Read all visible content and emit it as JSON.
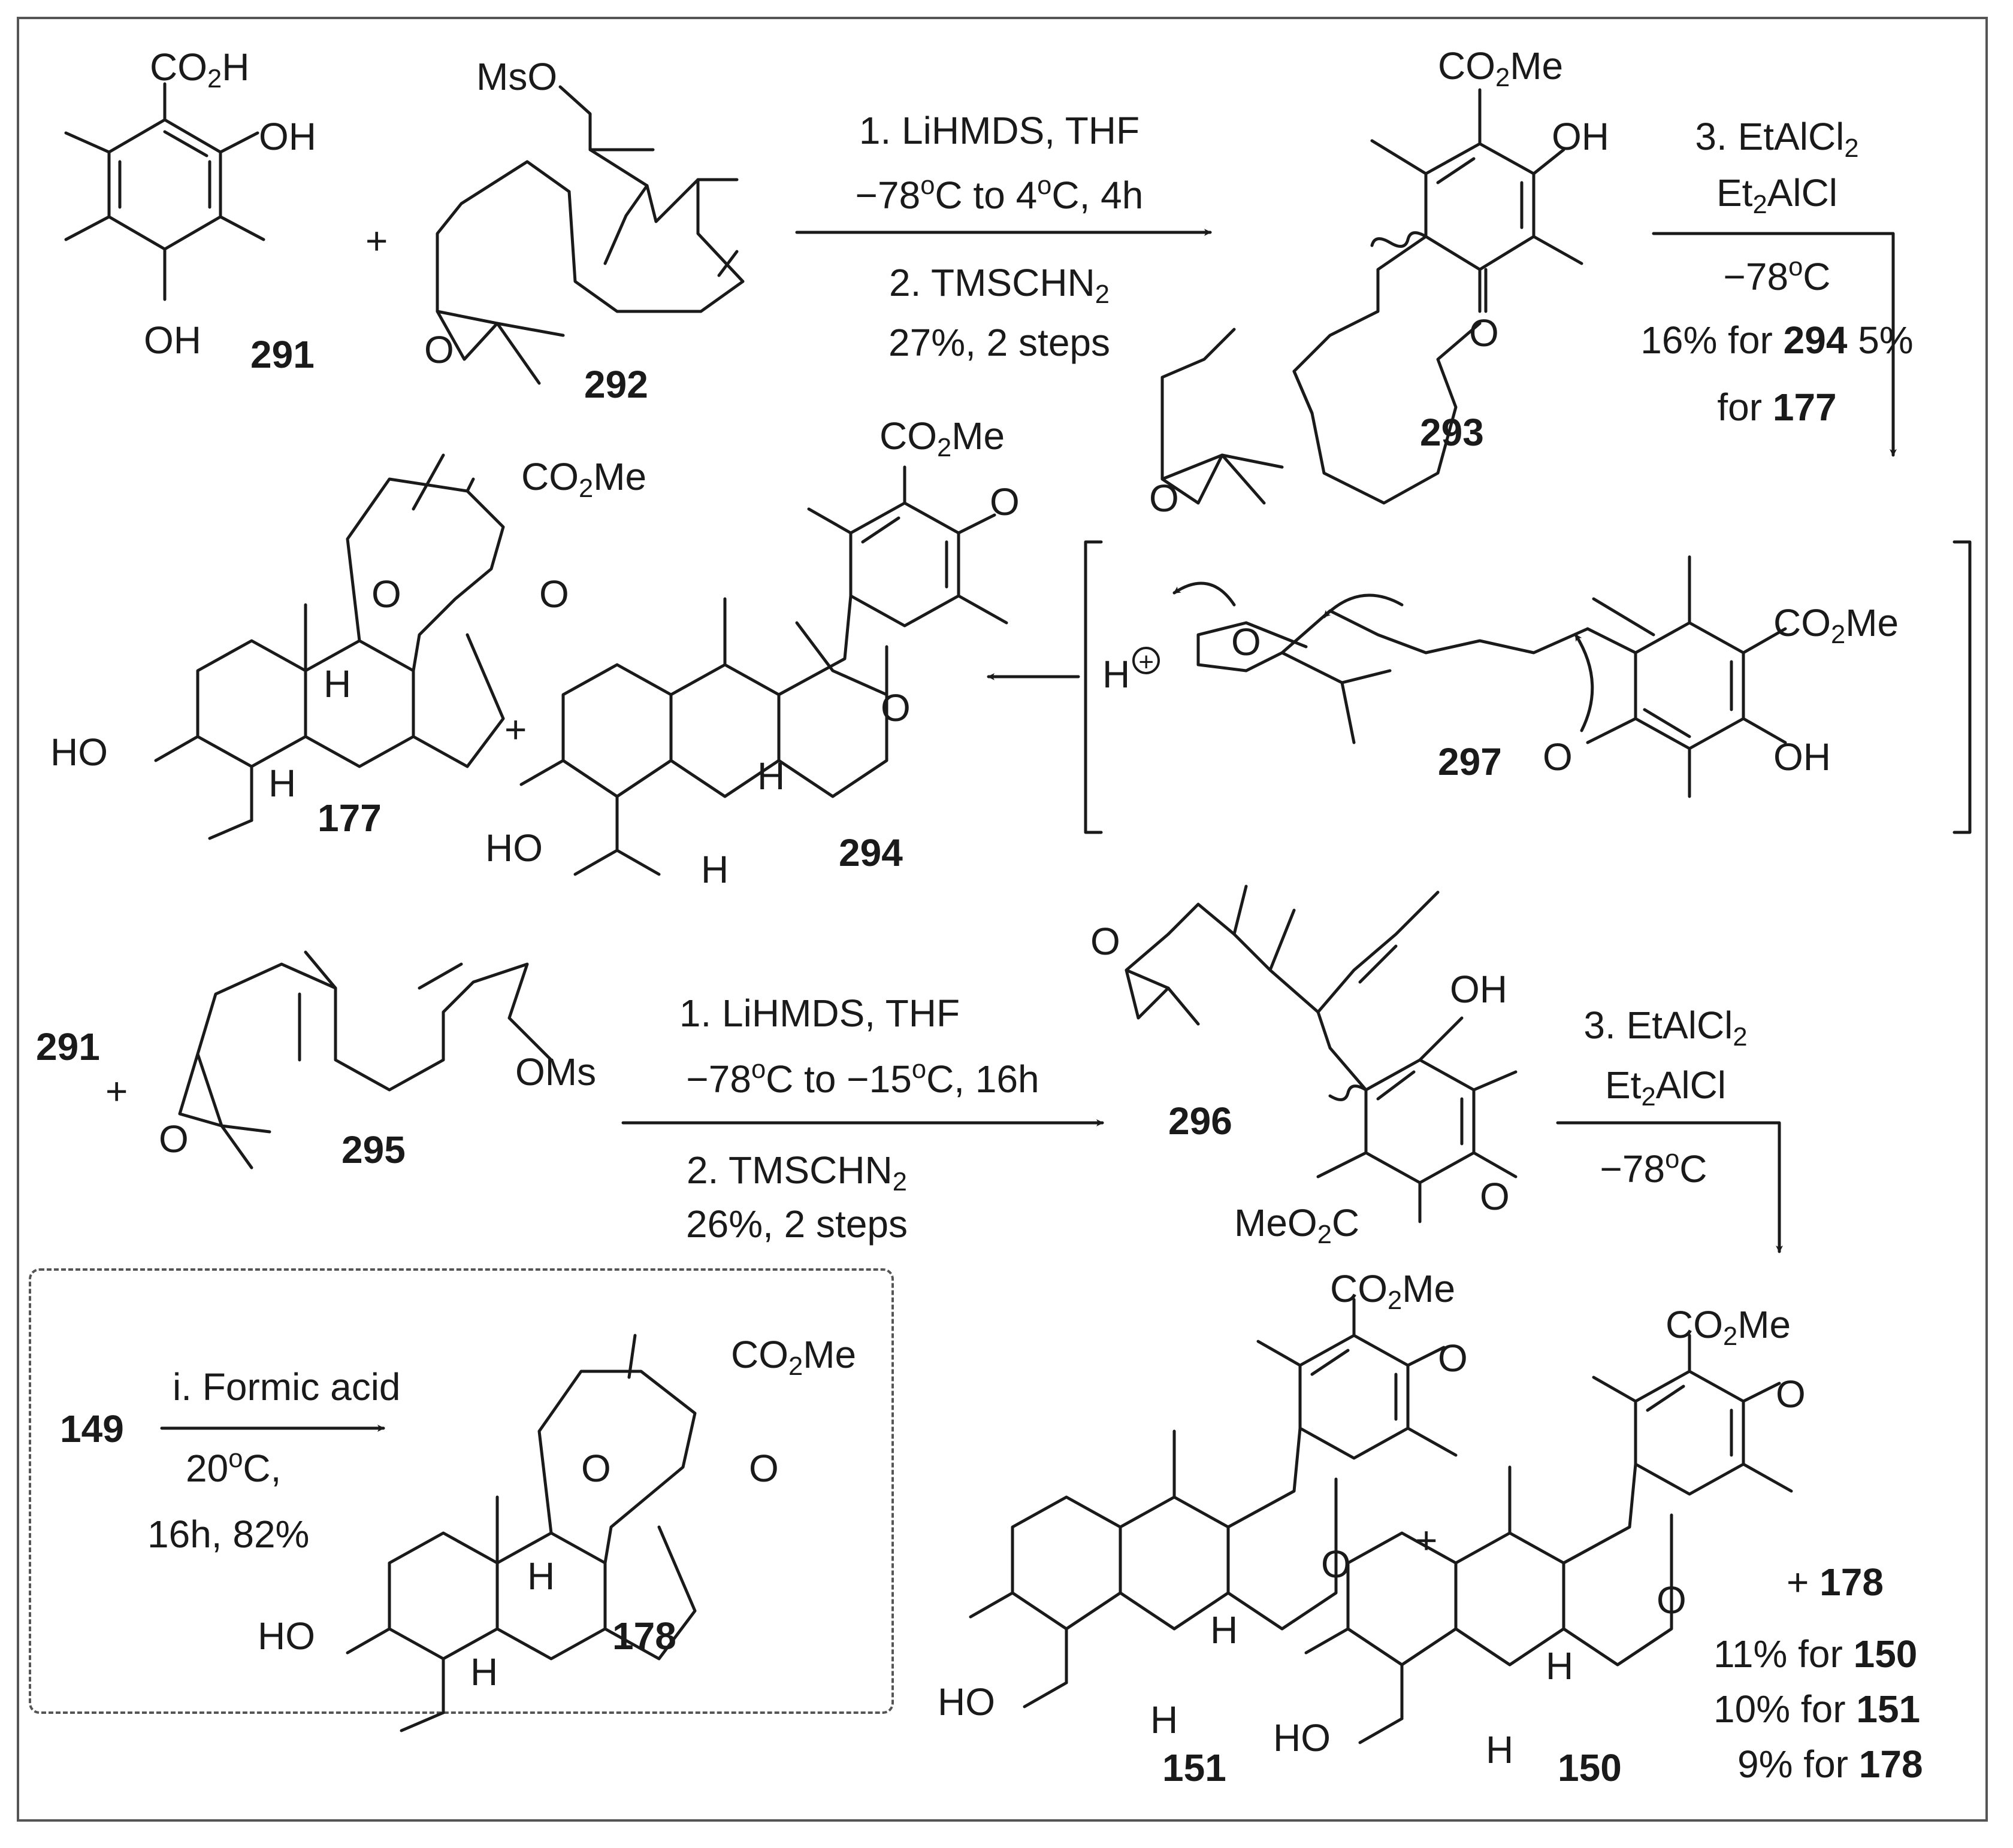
{
  "scheme": {
    "compounds": {
      "c291": "291",
      "c292": "292",
      "c293": "293",
      "c294": "294",
      "c177": "177",
      "c297": "297",
      "c295": "295",
      "c296": "296",
      "c151": "151",
      "c150": "150",
      "c178": "178",
      "c149": "149"
    },
    "groups": {
      "co2h": "CO",
      "co2h_sub": "2",
      "co2h_tail": "H",
      "oh": "OH",
      "ho": "HO",
      "o": "O",
      "h": "H",
      "ms_o": "MsO",
      "o_ms": "OMs",
      "co2me": "CO",
      "co2me_sub": "2",
      "co2me_tail": "Me",
      "meo2c_head": "MeO",
      "meo2c_sub": "2",
      "meo2c_tail": "C"
    },
    "plus": "+",
    "proton": "H",
    "proton_charge": "+",
    "step1": {
      "line1": "1. LiHMDS, THF",
      "line2_a": "−78",
      "line2_sup1": "o",
      "line2_b": "C to 4",
      "line2_sup2": "o",
      "line2_c": "C, 4h",
      "line3_a": "2. TMSCHN",
      "line3_sub": "2",
      "line4": "27%, 2 steps"
    },
    "step3a": {
      "line1_a": "3. EtAlCl",
      "line1_sub": "2",
      "line2_a": "Et",
      "line2_sub": "2",
      "line2_b": "AlCl",
      "line3_a": "−78",
      "line3_sup": "o",
      "line3_b": "C",
      "line4_a": "16% for ",
      "line4_b": "294",
      "line4_c": " 5%",
      "line5_a": "for ",
      "line5_b": "177"
    },
    "step1b": {
      "line1": "1. LiHMDS, THF",
      "line2_a": "−78",
      "line2_sup1": "o",
      "line2_b": "C to −15",
      "line2_sup2": "o",
      "line2_c": "C, 16h",
      "line3_a": "2. TMSCHN",
      "line3_sub": "2",
      "line4": "26%, 2 steps"
    },
    "step3b": {
      "line1_a": "3. EtAlCl",
      "line1_sub": "2",
      "line2_a": "Et",
      "line2_sub": "2",
      "line2_b": "AlCl",
      "line3_a": "−78",
      "line3_sup": "o",
      "line3_b": "C"
    },
    "formic": {
      "line1": "i. Formic acid",
      "line2_a": "20",
      "line2_sup": "o",
      "line2_b": "C,",
      "line3": "16h, 82%"
    },
    "yields": {
      "plus178_a": "+ ",
      "plus178_b": "178",
      "y150_a": "11% for ",
      "y150_b": "150",
      "y151_a": "10% for ",
      "y151_b": "151",
      "y178_a": "9% for ",
      "y178_b": "178"
    }
  }
}
